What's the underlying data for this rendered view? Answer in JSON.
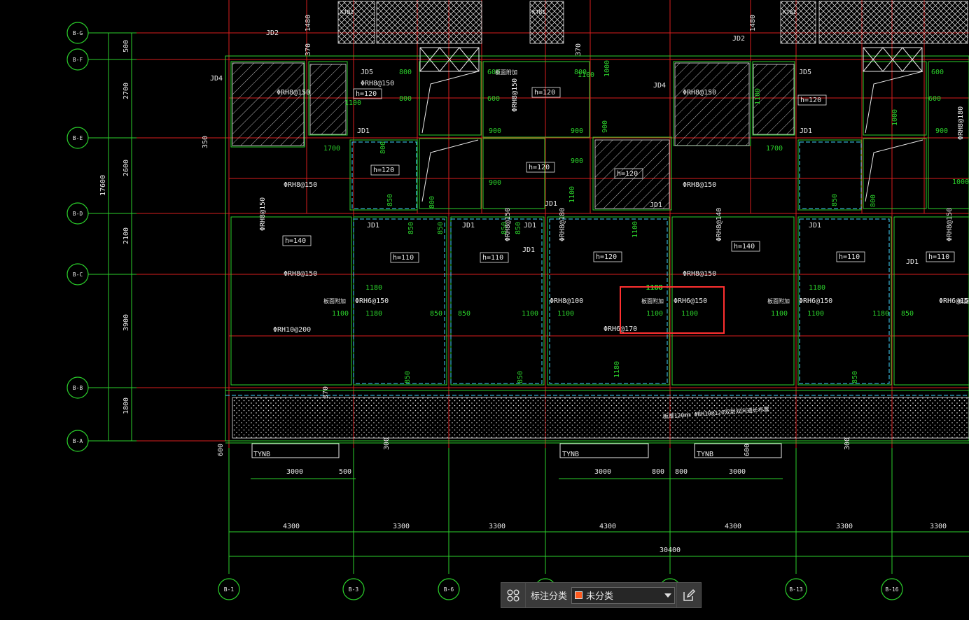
{
  "drawing": {
    "axis_bubbles_left": [
      "B-G",
      "B-F",
      "B-E",
      "B-D",
      "B-C",
      "B-B",
      "B-A"
    ],
    "axis_bubbles_bottom": [
      "B-1",
      "B-3",
      "B-6",
      "B-9",
      "B-10",
      "B-13",
      "B-16"
    ],
    "left_dims": [
      "500",
      "2700",
      "2600",
      "2100",
      "3900",
      "1800"
    ],
    "left_total": "17600",
    "left_secondary": [
      "370",
      "350"
    ],
    "top_dims": [
      "1480",
      "370",
      "1480",
      "370"
    ],
    "bottom_dims": [
      "4300",
      "3300",
      "3300",
      "4300",
      "4300",
      "3300",
      "3300"
    ],
    "bottom_total": "30400",
    "bottom_sub": [
      "3000",
      "500",
      "3000",
      "800",
      "800",
      "3000"
    ],
    "tynb_labels": [
      "TYNB",
      "TYNB",
      "TYNB"
    ],
    "small_vert": [
      "600",
      "300",
      "600",
      "300"
    ],
    "rebar_notes": [
      "ΦRH8@150",
      "ΦRH8@150",
      "ΦRH8@150",
      "ΦRH10@200",
      "ΦRH8@150",
      "ΦRH6@150",
      "ΦRH8@100",
      "ΦRH6@150",
      "ΦRH6@170",
      "ΦRH8@150",
      "ΦRH8@150",
      "ΦRH6@150",
      "ΦRH8@150",
      "ΦRH8@150",
      "ΦRH8@150",
      "ΦRH8@180",
      "ΦRH8@140",
      "ΦRH8@150",
      "ΦRH8@180",
      "ΦRH8@150"
    ],
    "thickness_labels": [
      "h=120",
      "h=120",
      "h=120",
      "h=120",
      "h=140",
      "h=110",
      "h=110",
      "h=120",
      "h=140",
      "h=110",
      "h=110",
      "h=120",
      "h=120"
    ],
    "jd_labels": [
      "JD2",
      "JD4",
      "JD5",
      "JD1",
      "JD1",
      "JD1",
      "JD1",
      "JD1",
      "JD1",
      "JD1",
      "JD2",
      "JD4",
      "JD5",
      "JD1",
      "JD1",
      "JD1"
    ],
    "kt_labels": [
      "KTBI",
      "KTBI",
      "KTBI"
    ],
    "green_dims": [
      "800",
      "800",
      "600",
      "600",
      "800",
      "900",
      "900",
      "900",
      "900",
      "800",
      "850",
      "800",
      "900",
      "1000",
      "850",
      "850",
      "850",
      "850",
      "1100",
      "1180",
      "1100",
      "1180",
      "850",
      "850",
      "1100",
      "1100",
      "1100",
      "1100",
      "1180",
      "1100",
      "1180",
      "850",
      "850",
      "850",
      "850",
      "1180",
      "1100",
      "1100",
      "600",
      "800",
      "900",
      "850",
      "1000",
      "1100",
      "1700",
      "1700",
      "1100",
      "1000",
      "600"
    ],
    "slab_note": "板厚120mm ΦRH10@120双层双向通长布置",
    "special_notes": [
      "板面附加",
      "板面附加",
      "板面附加",
      "板面附加",
      "板面附加"
    ],
    "highlight_texts": [
      "1100",
      "ΦRH6@150",
      "1100",
      "1100"
    ]
  },
  "toolbar": {
    "label": "标注分类",
    "selected": "未分类",
    "selected_color": "#ff5a1e"
  },
  "colors": {
    "green": "#2bd02b",
    "red": "#d81e1e",
    "cyan": "#3fd6ff",
    "white": "#e8e8e8",
    "highlight": "#ff3030"
  }
}
